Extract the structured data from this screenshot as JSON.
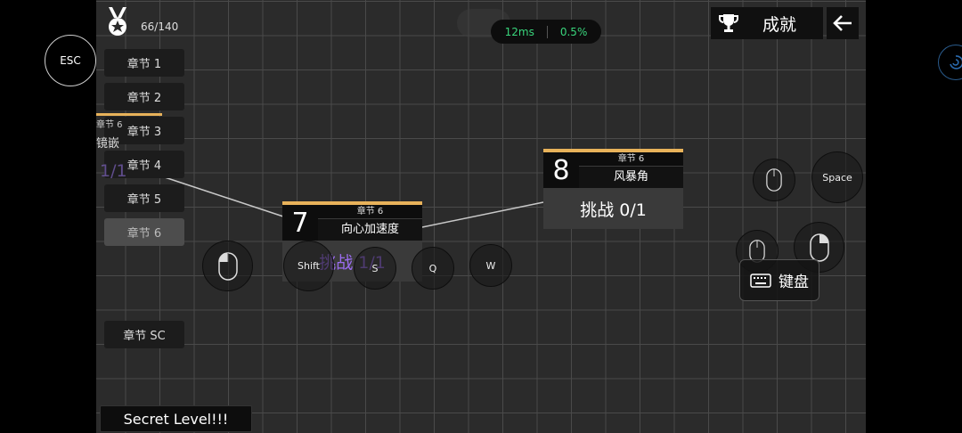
{
  "progress": {
    "count": "66/140"
  },
  "chapters": [
    {
      "label": "章节 1"
    },
    {
      "label": "章节 2"
    },
    {
      "label": "章节 3"
    },
    {
      "label": "章节 4"
    },
    {
      "label": "章节 5"
    },
    {
      "label": "章节 6"
    },
    {
      "label": "章节 SC"
    }
  ],
  "ghost_card": {
    "chapter": "章节 6",
    "name": "镜嵌",
    "progress": "1/1"
  },
  "levels": [
    {
      "number": "7",
      "chapter": "章节 6",
      "title": "向心加速度",
      "challenge": "挑战 1/1"
    },
    {
      "number": "8",
      "chapter": "章节 6",
      "title": "风暴角",
      "challenge": "挑战 0/1"
    }
  ],
  "keys": {
    "shift": "Shift",
    "s": "S",
    "q": "Q",
    "w": "W",
    "space": "Space"
  },
  "keyboard_toggle": {
    "label": "键盘"
  },
  "stats": {
    "ping": "12ms",
    "loss": "0.5%"
  },
  "top": {
    "achievements_label": "成就"
  },
  "esc": {
    "label": "ESC"
  },
  "secret": {
    "label": "Secret Level!!!"
  },
  "colors": {
    "accent_bar": "#e8b25a",
    "challenge_done": "#9b6cf0",
    "ping_text": "#39d57c"
  },
  "icons": {
    "medal": "medal-icon",
    "trophy": "trophy-icon",
    "back": "arrow-left-icon",
    "mouse": "mouse-icon",
    "keyboard": "keyboard-icon",
    "side_handle": "swirl-icon"
  }
}
